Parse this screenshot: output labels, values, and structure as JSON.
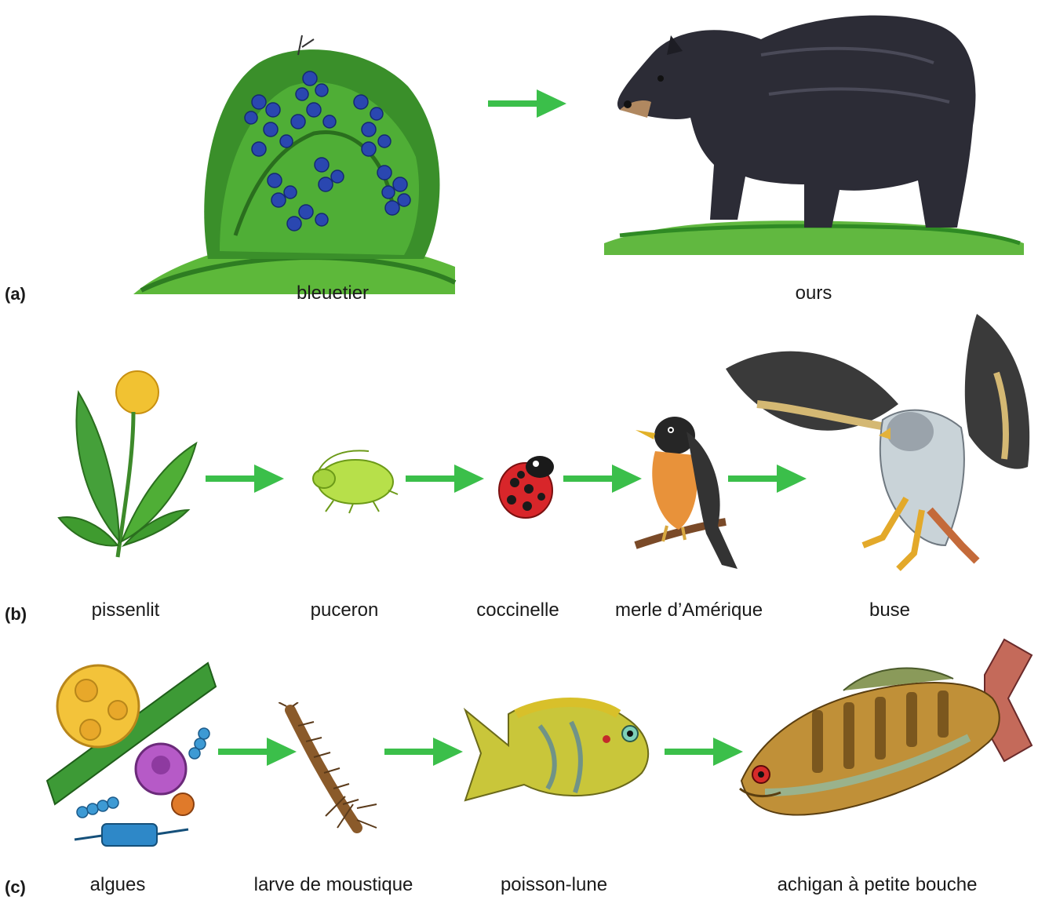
{
  "colors": {
    "arrow": "#3bbf4a",
    "grass": "#3f9b2f",
    "berry": "#2a47b0",
    "bear": "#2c2c36"
  },
  "rows": [
    {
      "part": "(a)",
      "organisms": [
        {
          "name": "bleuetier",
          "icon": "blueberry-bush-icon"
        },
        {
          "name": "ours",
          "icon": "bear-icon"
        }
      ]
    },
    {
      "part": "(b)",
      "organisms": [
        {
          "name": "pissenlit",
          "icon": "dandelion-icon"
        },
        {
          "name": "puceron",
          "icon": "aphid-icon"
        },
        {
          "name": "coccinelle",
          "icon": "ladybug-icon"
        },
        {
          "name": "merle d’Amérique",
          "icon": "robin-icon"
        },
        {
          "name": "buse",
          "icon": "hawk-icon"
        }
      ]
    },
    {
      "part": "(c)",
      "organisms": [
        {
          "name": "algues",
          "icon": "algae-icon"
        },
        {
          "name": "larve de moustique",
          "icon": "mosquito-larva-icon"
        },
        {
          "name": "poisson-lune",
          "icon": "sunfish-icon"
        },
        {
          "name": "achigan à petite bouche",
          "icon": "bass-icon"
        }
      ]
    }
  ]
}
